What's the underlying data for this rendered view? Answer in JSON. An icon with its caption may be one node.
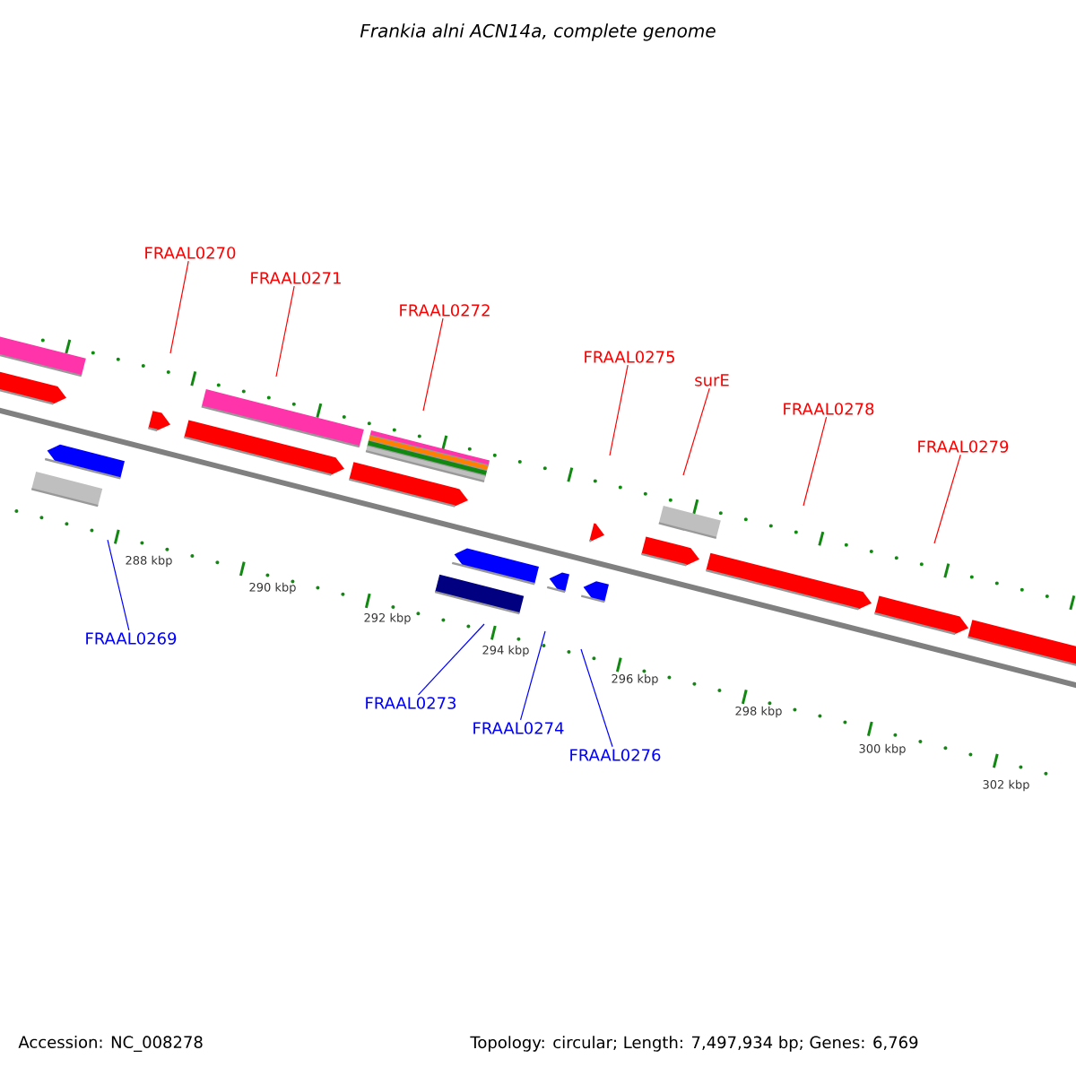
{
  "diagram": {
    "title": "Frankia alni ACN14a, complete genome",
    "nodes": [
      {
        "text": [
          "FRAAL0270"
        ]
      },
      {
        "text": [
          "FRAAL0271"
        ]
      },
      {
        "text": [
          "FRAAL0272"
        ]
      },
      {
        "text": [
          "FRAAL0275"
        ]
      },
      {
        "text": [
          "surE"
        ]
      },
      {
        "text": [
          "FRAAL0278"
        ]
      },
      {
        "text": [
          "FRAAL0279"
        ]
      },
      {
        "text": [
          "FRAAL0269"
        ]
      },
      {
        "text": [
          "FRAAL0273"
        ]
      },
      {
        "text": [
          "FRAAL0274"
        ]
      },
      {
        "text": [
          "FRAAL0276"
        ]
      }
    ],
    "edges": [
      {
        "from": 0,
        "to": null,
        "arrow": "none"
      },
      {
        "from": 1,
        "to": null,
        "arrow": "none"
      },
      {
        "from": 2,
        "to": null,
        "arrow": "none"
      },
      {
        "from": 3,
        "to": null,
        "arrow": "none"
      },
      {
        "from": 4,
        "to": null,
        "arrow": "none"
      },
      {
        "from": 5,
        "to": null,
        "arrow": "none"
      },
      {
        "from": 6,
        "to": null,
        "arrow": "none"
      },
      {
        "from": 7,
        "to": null,
        "arrow": "none",
        "color": "#0000ff"
      },
      {
        "from": 8,
        "to": null,
        "arrow": "none",
        "color": "#0000ff"
      },
      {
        "from": 9,
        "to": null,
        "arrow": "none",
        "color": "#0000ff"
      },
      {
        "from": 10,
        "to": null,
        "arrow": "none",
        "color": "#0000ff"
      }
    ],
    "labels": [
      "288 kbp",
      "290 kbp",
      "292 kbp",
      "294 kbp",
      "296 kbp",
      "298 kbp",
      "300 kbp",
      "302 kbp",
      "Accession: NC_008278",
      "Topology: circular; Length: 7,497,934 bp; Genes: 6,769"
    ]
  }
}
